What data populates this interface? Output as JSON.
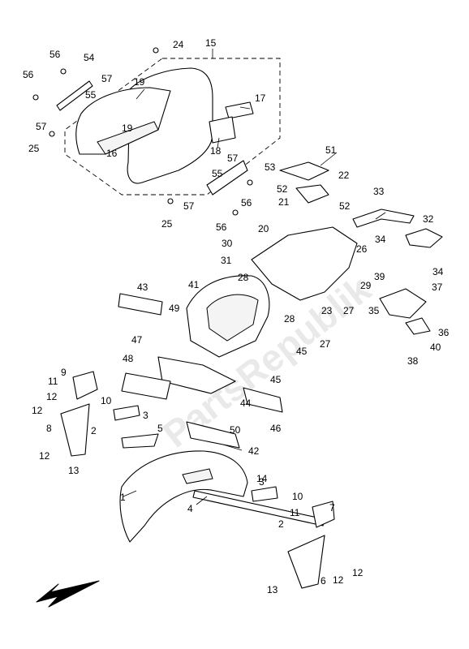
{
  "watermark": "PartsRepublik",
  "callouts": [
    {
      "id": "c-1",
      "text": "1"
    },
    {
      "id": "c-2a",
      "text": "2"
    },
    {
      "id": "c-2b",
      "text": "2"
    },
    {
      "id": "c-3a",
      "text": "3"
    },
    {
      "id": "c-3b",
      "text": "3"
    },
    {
      "id": "c-4",
      "text": "4"
    },
    {
      "id": "c-5",
      "text": "5"
    },
    {
      "id": "c-6",
      "text": "6"
    },
    {
      "id": "c-7",
      "text": "7"
    },
    {
      "id": "c-8",
      "text": "8"
    },
    {
      "id": "c-9",
      "text": "9"
    },
    {
      "id": "c-10a",
      "text": "10"
    },
    {
      "id": "c-10b",
      "text": "10"
    },
    {
      "id": "c-11a",
      "text": "11"
    },
    {
      "id": "c-11b",
      "text": "11"
    },
    {
      "id": "c-12a",
      "text": "12"
    },
    {
      "id": "c-12b",
      "text": "12"
    },
    {
      "id": "c-12c",
      "text": "12"
    },
    {
      "id": "c-12d",
      "text": "12"
    },
    {
      "id": "c-12e",
      "text": "12"
    },
    {
      "id": "c-13a",
      "text": "13"
    },
    {
      "id": "c-13b",
      "text": "13"
    },
    {
      "id": "c-14",
      "text": "14"
    },
    {
      "id": "c-15",
      "text": "15"
    },
    {
      "id": "c-16",
      "text": "16"
    },
    {
      "id": "c-17",
      "text": "17"
    },
    {
      "id": "c-18",
      "text": "18"
    },
    {
      "id": "c-19a",
      "text": "19"
    },
    {
      "id": "c-19b",
      "text": "19"
    },
    {
      "id": "c-20",
      "text": "20"
    },
    {
      "id": "c-21",
      "text": "21"
    },
    {
      "id": "c-22",
      "text": "22"
    },
    {
      "id": "c-23",
      "text": "23"
    },
    {
      "id": "c-24",
      "text": "24"
    },
    {
      "id": "c-25a",
      "text": "25"
    },
    {
      "id": "c-25b",
      "text": "25"
    },
    {
      "id": "c-26",
      "text": "26"
    },
    {
      "id": "c-27a",
      "text": "27"
    },
    {
      "id": "c-27b",
      "text": "27"
    },
    {
      "id": "c-28a",
      "text": "28"
    },
    {
      "id": "c-28b",
      "text": "28"
    },
    {
      "id": "c-29",
      "text": "29"
    },
    {
      "id": "c-30",
      "text": "30"
    },
    {
      "id": "c-31",
      "text": "31"
    },
    {
      "id": "c-32",
      "text": "32"
    },
    {
      "id": "c-33",
      "text": "33"
    },
    {
      "id": "c-34a",
      "text": "34"
    },
    {
      "id": "c-34b",
      "text": "34"
    },
    {
      "id": "c-35",
      "text": "35"
    },
    {
      "id": "c-36",
      "text": "36"
    },
    {
      "id": "c-37",
      "text": "37"
    },
    {
      "id": "c-38",
      "text": "38"
    },
    {
      "id": "c-39",
      "text": "39"
    },
    {
      "id": "c-40",
      "text": "40"
    },
    {
      "id": "c-41",
      "text": "41"
    },
    {
      "id": "c-42",
      "text": "42"
    },
    {
      "id": "c-43",
      "text": "43"
    },
    {
      "id": "c-44",
      "text": "44"
    },
    {
      "id": "c-45a",
      "text": "45"
    },
    {
      "id": "c-45b",
      "text": "45"
    },
    {
      "id": "c-46",
      "text": "46"
    },
    {
      "id": "c-47",
      "text": "47"
    },
    {
      "id": "c-48",
      "text": "48"
    },
    {
      "id": "c-49",
      "text": "49"
    },
    {
      "id": "c-50",
      "text": "50"
    },
    {
      "id": "c-51",
      "text": "51"
    },
    {
      "id": "c-52a",
      "text": "52"
    },
    {
      "id": "c-52b",
      "text": "52"
    },
    {
      "id": "c-53",
      "text": "53"
    },
    {
      "id": "c-54",
      "text": "54"
    },
    {
      "id": "c-55a",
      "text": "55"
    },
    {
      "id": "c-55b",
      "text": "55"
    },
    {
      "id": "c-56a",
      "text": "56"
    },
    {
      "id": "c-56b",
      "text": "56"
    },
    {
      "id": "c-56c",
      "text": "56"
    },
    {
      "id": "c-56d",
      "text": "56"
    },
    {
      "id": "c-57a",
      "text": "57"
    },
    {
      "id": "c-57b",
      "text": "57"
    },
    {
      "id": "c-57c",
      "text": "57"
    },
    {
      "id": "c-57d",
      "text": "57"
    }
  ]
}
